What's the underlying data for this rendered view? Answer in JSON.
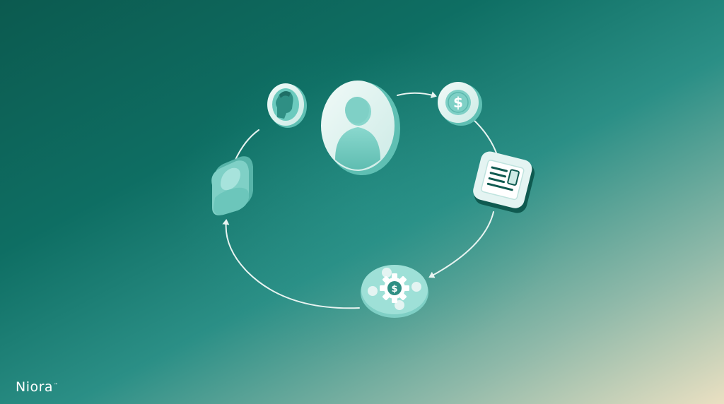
{
  "brand": {
    "name": "Niora",
    "trademark": "™"
  },
  "colors": {
    "node_face": "#e4f4f2",
    "node_side": "#69c9bd",
    "icon_fill": "#7fd0c6",
    "icon_shade": "#5bb8ad",
    "arrow": "#e8f4f1",
    "dark": "#0f5a50"
  },
  "nodes": [
    {
      "id": "small-profile",
      "icon": "profile-silhouette-icon"
    },
    {
      "id": "large-profile",
      "icon": "user-avatar-icon"
    },
    {
      "id": "payment",
      "icon": "dollar-coin-icon",
      "symbol": "$"
    },
    {
      "id": "document",
      "icon": "document-icon"
    },
    {
      "id": "automation",
      "icon": "gear-dollar-icon",
      "symbol": "$"
    },
    {
      "id": "user",
      "icon": "person-icon"
    }
  ]
}
